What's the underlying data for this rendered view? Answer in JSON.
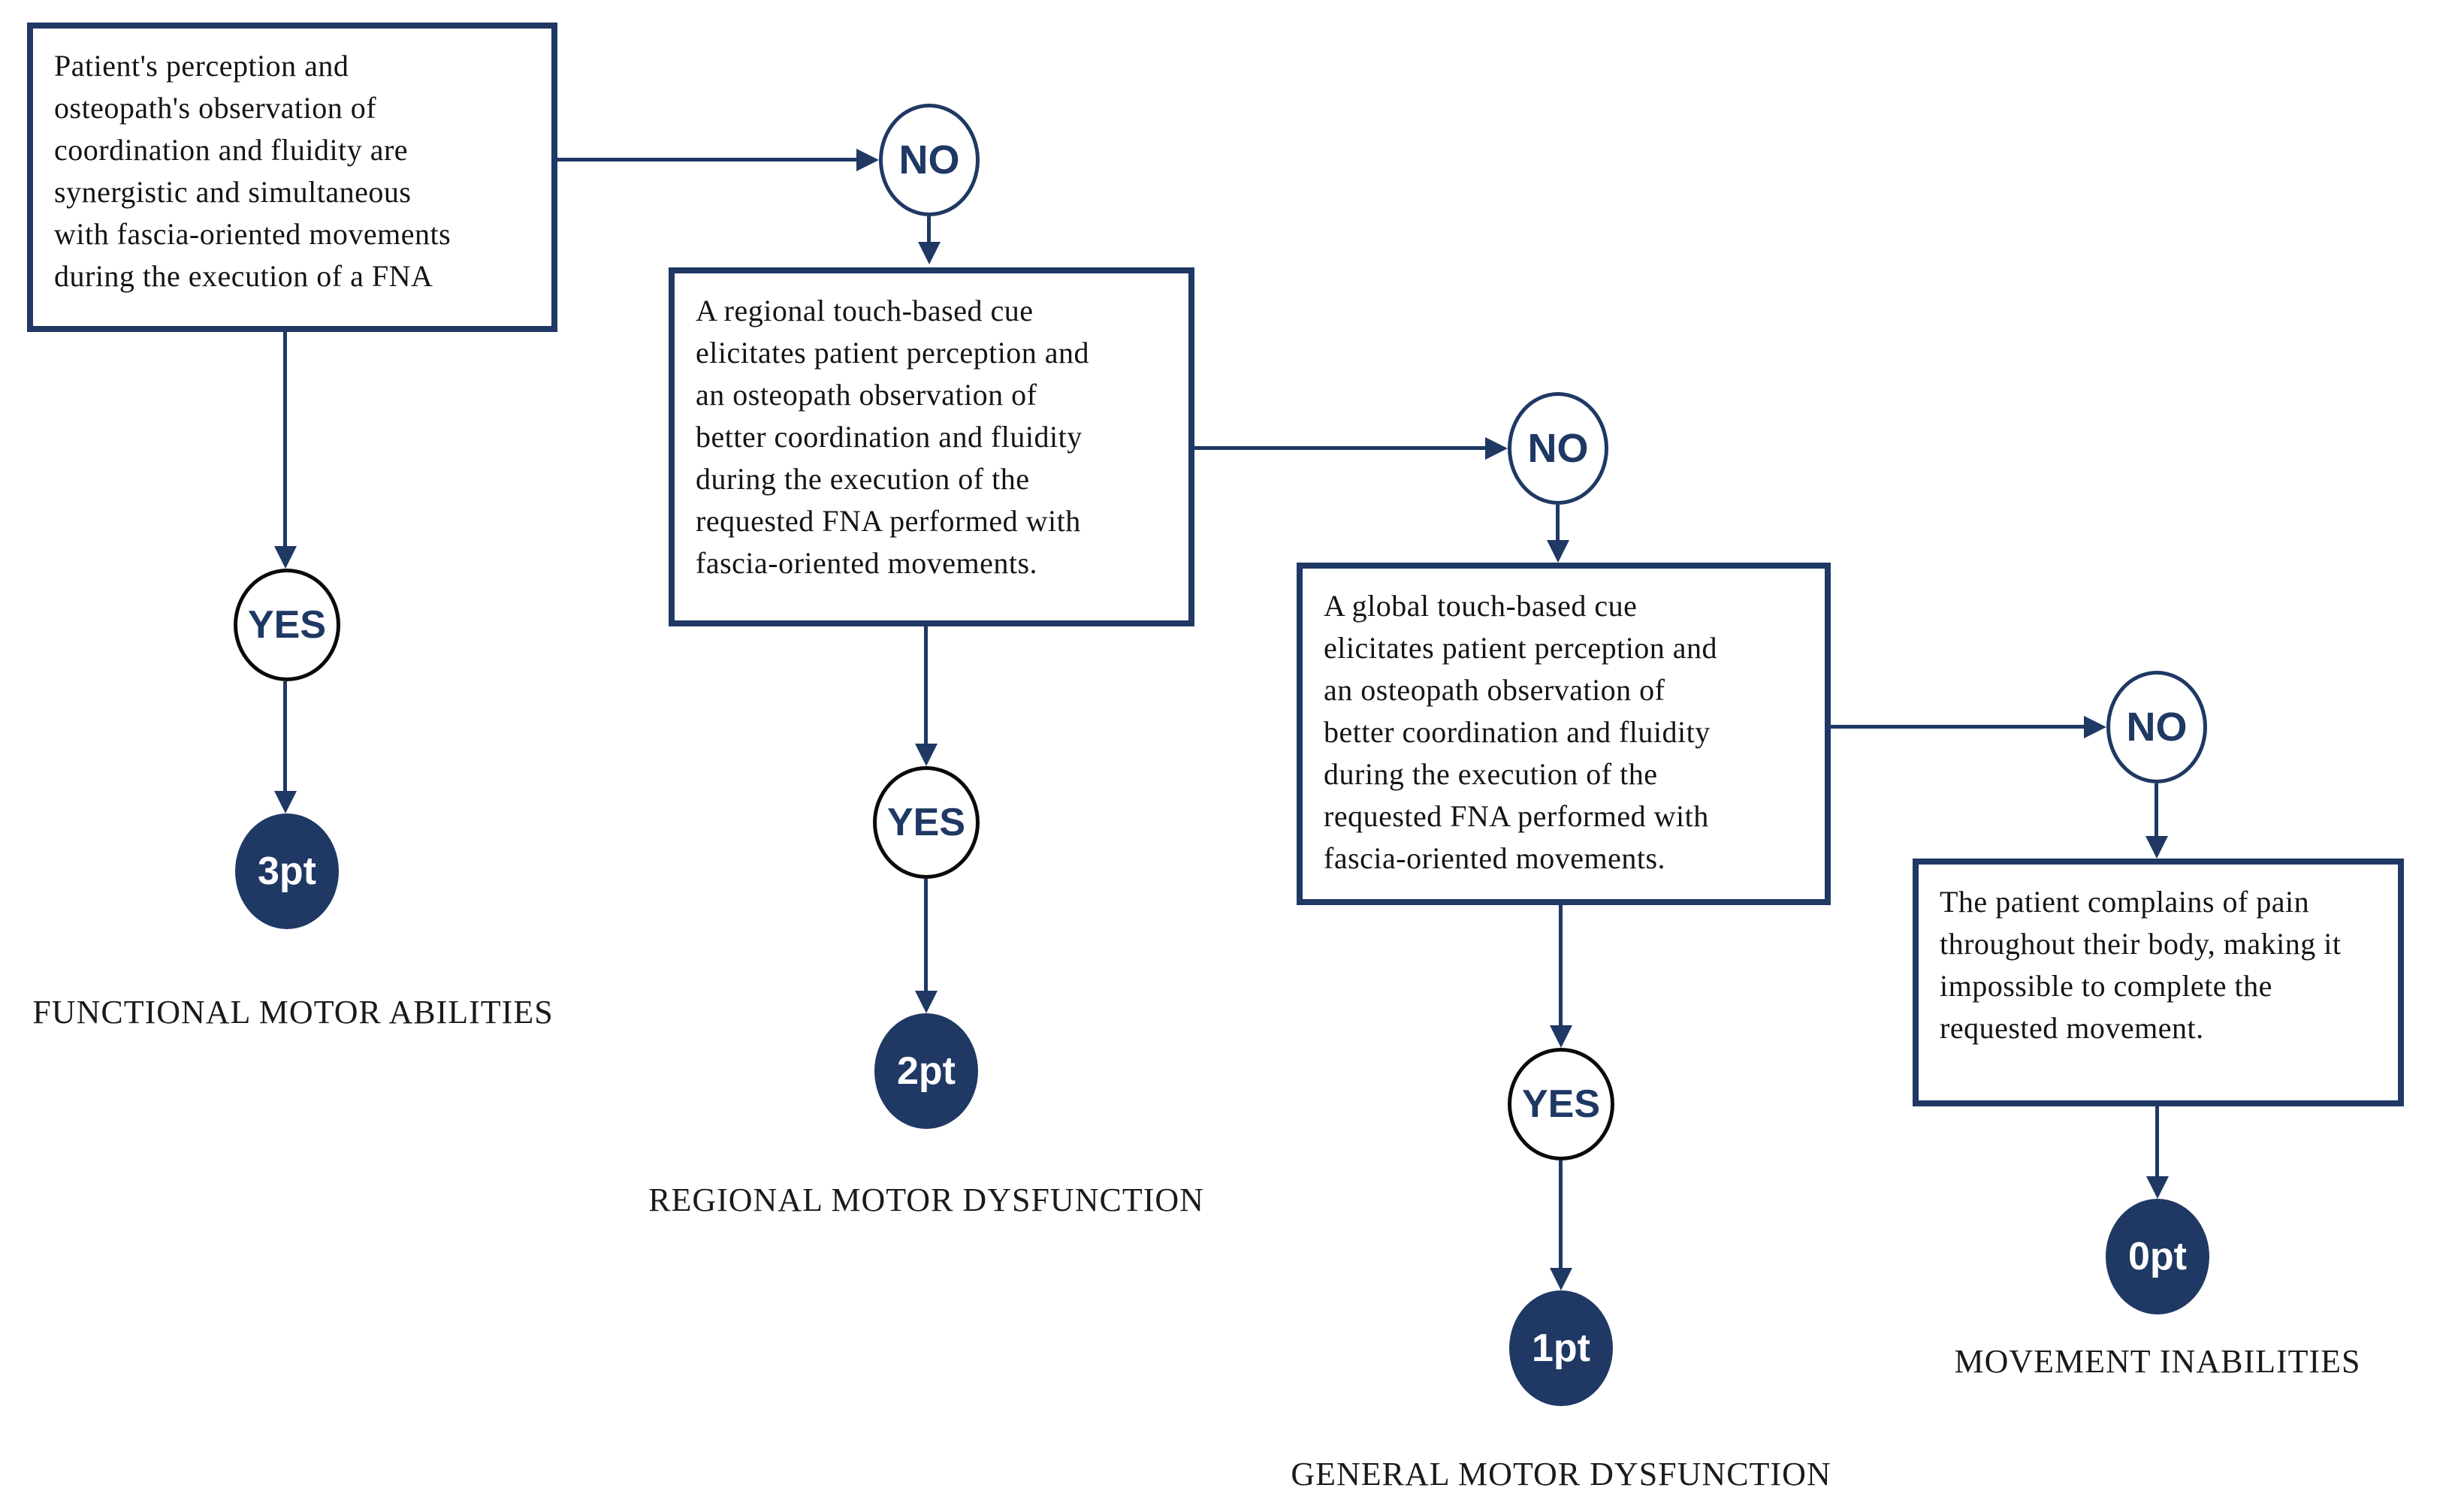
{
  "colors": {
    "accent_navy": "#1f3864",
    "yes_circle_border": "#0a0a0a",
    "box_text": "#141414",
    "background": "#ffffff"
  },
  "nodes": {
    "box1": {
      "lines": [
        "Patient's perception and",
        "osteopath's observation of",
        "coordination and fluidity are",
        "synergistic and simultaneous",
        "with fascia-oriented movements",
        "during the execution of a FNA"
      ]
    },
    "box2": {
      "lines": [
        "A regional touch-based cue",
        "elicitates patient perception and",
        "an osteopath observation of",
        "better coordination and fluidity",
        "during the execution of the",
        "requested FNA performed with",
        "fascia-oriented movements."
      ]
    },
    "box3": {
      "lines": [
        "A global touch-based cue",
        "elicitates patient perception and",
        "an osteopath observation of",
        "better coordination and fluidity",
        "during the execution of the",
        "requested FNA performed with",
        "fascia-oriented movements."
      ]
    },
    "box4": {
      "lines": [
        "The patient complains of pain",
        "throughout their body, making it",
        "impossible to complete the",
        "requested movement."
      ]
    },
    "no1": {
      "label": "NO"
    },
    "no2": {
      "label": "NO"
    },
    "no3": {
      "label": "NO"
    },
    "yes1": {
      "label": "YES"
    },
    "yes2": {
      "label": "YES"
    },
    "yes3": {
      "label": "YES"
    },
    "pt3": {
      "label": "3pt"
    },
    "pt2": {
      "label": "2pt"
    },
    "pt1": {
      "label": "1pt"
    },
    "pt0": {
      "label": "0pt"
    },
    "label1": {
      "text": "FUNCTIONAL MOTOR ABILITIES"
    },
    "label2": {
      "text": "REGIONAL MOTOR DYSFUNCTION"
    },
    "label3": {
      "text": "GENERAL MOTOR DYSFUNCTION"
    },
    "label4": {
      "text": "MOVEMENT INABILITIES"
    }
  }
}
